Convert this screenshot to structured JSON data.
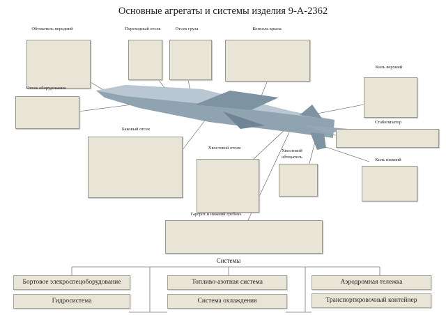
{
  "title": "Основные агрегаты и системы изделия 9-А-2362",
  "parts": {
    "nose_fairing": "Обтекатель передний",
    "transition_bay": "Переходный отсек",
    "cargo_bay": "Отсек груза",
    "wing_console": "Консоль крыла",
    "upper_fin": "Киль верхний",
    "equipment_bay": "Отсек оборудования",
    "tank_bay": "Баковый отсек",
    "tail_bay": "Хвостовой отсек",
    "tail_fairing_1": "Хвостовой",
    "tail_fairing_2": "обтекатель",
    "stabilizer": "Стабилизатор",
    "lower_fin": "Киль нижний",
    "spine": "Гаргрот и нижний гребень"
  },
  "systems": {
    "heading": "Системы",
    "items": [
      "Бортовое элекроспецоборудование",
      "Топливо-азотная система",
      "Аэродромная тележка",
      "Гидросистема",
      "Система охлаждения",
      "Транспортировочный контейнер"
    ]
  }
}
